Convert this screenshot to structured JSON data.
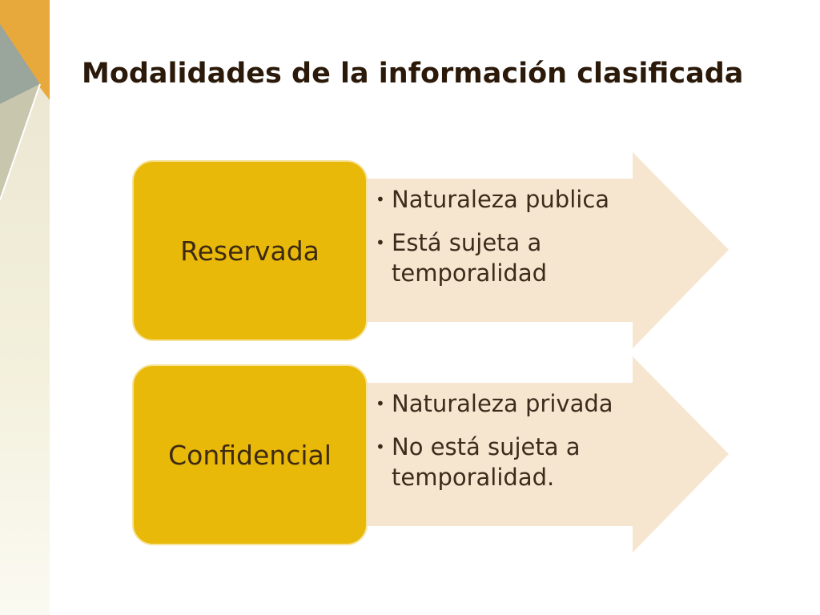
{
  "slide": {
    "title": "Modalidades de la información clasificada",
    "rows": [
      {
        "label": "Reservada",
        "bullets": [
          "Naturaleza publica",
          "Está sujeta a temporalidad"
        ]
      },
      {
        "label": "Confidencial",
        "bullets": [
          "Naturaleza privada",
          "No está sujeta a temporalidad."
        ]
      }
    ]
  },
  "colors": {
    "label_fill": "#e9b90a",
    "arrow_fill": "#f7e6cf",
    "side_accent": "#e8a93c"
  }
}
